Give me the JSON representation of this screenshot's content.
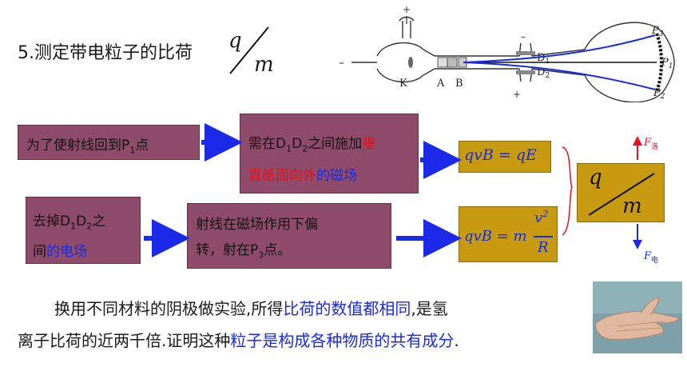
{
  "title": {
    "text": "5.测定带电粒子的比荷",
    "fraction_numerator": "q",
    "fraction_denominator": "m"
  },
  "tube_labels": {
    "plus_top": "+",
    "minus_left": "–",
    "minus_mid": "–",
    "plus_bottom": "+",
    "K": "K",
    "A": "A",
    "B": "B",
    "D1": "D",
    "D1_sub": "1",
    "D2": "D",
    "D2_sub": "2",
    "P1": "P",
    "P1_sub": "1",
    "P2": "P",
    "P2_sub": "2",
    "P3": "P",
    "P3_sub": "3"
  },
  "flow": {
    "box1": {
      "text_a": "为了使射线回到P",
      "sub": "1",
      "text_b": "点"
    },
    "box2": {
      "line1_a": "需在D",
      "line1_sub1": "1",
      "line1_b": "D",
      "line1_sub2": "2",
      "line1_c": "之间施加",
      "line1_red": "垂",
      "line2_red": "直纸面向外",
      "line2_blue": "的磁场"
    },
    "box3": {
      "line1_a": "去掉D",
      "line1_sub1": "1",
      "line1_b": "D",
      "line1_sub2": "2",
      "line1_c": "之",
      "line2_a": "间",
      "line2_blue": "的电场"
    },
    "box4": {
      "line1": "射线在磁场作用下偏",
      "line2_a": "转，射在P",
      "line2_sub": "3",
      "line2_b": "点。"
    }
  },
  "equations": {
    "eq1": "qvB = qE",
    "eq2_lhs": "qvB = m",
    "eq2_num": "v",
    "eq2_num_exp": "2",
    "eq2_den": "R"
  },
  "result": {
    "numerator": "q",
    "denominator": "m"
  },
  "forces": {
    "up": "F",
    "up_sub": "洛",
    "down": "F",
    "down_sub": "电"
  },
  "paragraph": {
    "line1_a": "换用不同材料的阴极做实验,所得",
    "line1_blue": "比荷的数值都相同",
    "line1_b": ",是氢",
    "line2_a": "离子比荷的近两千倍.证明这种",
    "line2_blue": "粒子是构成各种物质的共有成分",
    "line2_b": "."
  },
  "colors": {
    "box_fill": "#8e4c6a",
    "eq_fill": "#c79a0f",
    "arrow": "#1a2ae8",
    "highlight_red": "#e8101c",
    "highlight_blue": "#1a2ae8"
  }
}
